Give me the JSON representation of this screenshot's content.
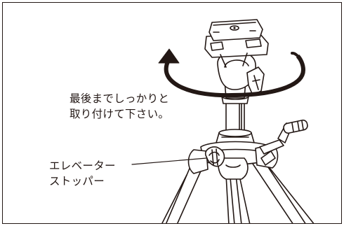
{
  "instruction_text": {
    "line1": "最後までしっかりと",
    "line2": "取り付けて下さい。"
  },
  "elevator_stopper_label": {
    "line1": "エレベーター",
    "line2": "ストッパー"
  },
  "colors": {
    "line": "#231815",
    "background": "#ffffff"
  }
}
